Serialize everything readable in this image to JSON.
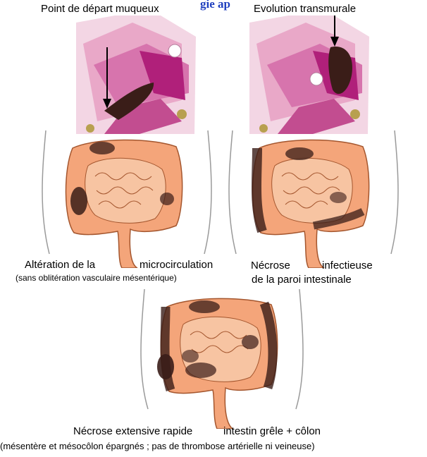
{
  "header": {
    "title_fragment": "gie ap"
  },
  "panel_top_left": {
    "caption": "Point de départ muqueux"
  },
  "panel_top_right": {
    "caption": "Evolution transmurale"
  },
  "panel_mid_left": {
    "caption_line1_a": "Altération de la",
    "caption_line1_b": "microcirculation",
    "caption_line2": "(sans oblitération vasculaire mésentérique)"
  },
  "panel_mid_right": {
    "caption_line1_a": "Nécrose",
    "caption_line1_b": "infectieuse",
    "caption_line2": "de la paroi intestinale"
  },
  "panel_bottom": {
    "caption_line1_a": "Nécrose extensive rapide",
    "caption_line1_b": "intestin grêle + côlon",
    "caption_line2": "(mésentère et mésocôlon épargnés ; pas de thrombose artérielle ni veineuse)"
  },
  "colors": {
    "colon": "#f4a57a",
    "colon_outline": "#a4562e",
    "necrosis": "#3a1d18",
    "mucosa_pink": "#e9a8c8",
    "mucosa_magenta": "#b0207a",
    "title_blue": "#1f3fbf"
  }
}
